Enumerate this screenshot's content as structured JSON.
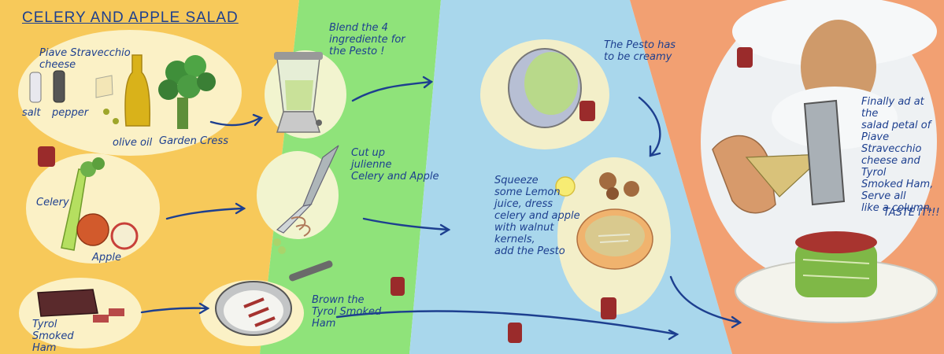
{
  "title": "CELERY AND APPLE SALAD",
  "labels": {
    "piave": "Piave Stravecchio\ncheese",
    "salt": "salt",
    "pepper": "pepper",
    "olive_oil": "olive oil",
    "garden_cress": "Garden Cress",
    "celery": "Celery",
    "apple": "Apple",
    "tyrol": "Tyrol\nSmoked\nHam",
    "blend": "Blend the 4\ningrediente for\nthe Pesto !",
    "cut": "Cut up\njulienne\nCelery and Apple",
    "brown": "Brown the\nTyrol Smoked\nHam",
    "pesto": "The Pesto has\nto be creamy",
    "squeeze": "Squeeze\nsome Lemon\njuice, dress\ncelery and apple\nwith walnut\nkernels,\nadd the Pesto",
    "finally": "Finally ad at the\nsalad petal of\nPiave\n   Stravecchio\ncheese and Tyrol\nSmoked Ham,\n  Serve all\n  like a column.",
    "taste": "TASTE IT!!!"
  },
  "colors": {
    "panel1": "#f7c95a",
    "panel2": "#8fe37a",
    "panel3": "#a9d7ec",
    "panel4": "#f2a072",
    "ink": "#1d3f8f"
  }
}
